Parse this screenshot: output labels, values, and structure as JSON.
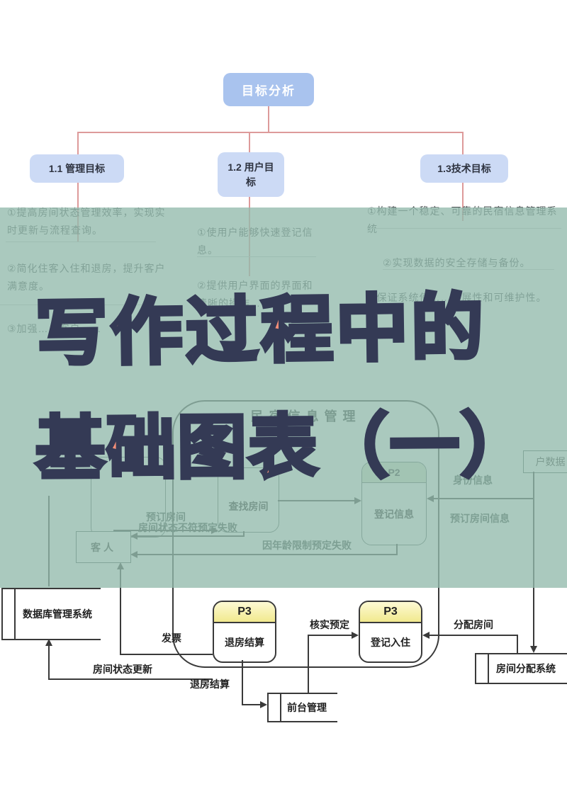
{
  "mindmap": {
    "root": "目标分析",
    "children": [
      {
        "label": "1.1 管理目标"
      },
      {
        "label": "1.2 用户目标"
      },
      {
        "label": "1.3技术目标"
      }
    ],
    "columns": {
      "management": [
        "①提高房间状态管理效率，实现实时更新与流程查询。",
        "②简化住客入住和退房，提升客户满意度。",
        "③加强……客户……"
      ],
      "user": [
        "①使用户能够快速登记信息。",
        "②提供用户界面的界面和清晰的操作……"
      ],
      "tech": [
        "①构建一个稳定、可靠的民宿信息管理系统",
        "②实现数据的安全存储与备份。",
        "③保证系统使……扩展性和可维护性。"
      ]
    }
  },
  "headline": {
    "line1": "写作过程中的",
    "line2": "基础图表（一）",
    "fill_color": "#f58f78",
    "outline_color": "#343a55"
  },
  "dfd": {
    "boundary_title": "民宿信息管理",
    "nodes": {
      "guest": "客人",
      "find_room": "查找房间",
      "p2_id": "P2",
      "p2_label": "登记信息",
      "user_data": "户数据",
      "p3a_id": "P3",
      "p3a_label": "退房结算",
      "p3b_id": "P3",
      "p3b_label": "登记入住",
      "db_store": "数据库管理系统",
      "room_store": "房间分配系统",
      "front_store": "前台管理"
    },
    "flows": {
      "book_room": "预订房间",
      "identity": "身份信息",
      "booking_info": "预订房间信息",
      "fail_status": "房间状态不符预定失败",
      "fail_age": "因年龄限制预定失败",
      "invoice": "发票",
      "status_update": "房间状态更新",
      "verify": "核实预定",
      "assign": "分配房间",
      "checkout": "退房结算"
    }
  },
  "colors": {
    "overlay_green": "#92baac",
    "node_blue": "#a9c3ee",
    "child_blue": "#ccdaf5",
    "connector_red": "#dd9a9a",
    "process_header_yellow": "#f1e98e",
    "p2_header_green": "#d9e6cc",
    "line_dark": "#3a3a3a"
  }
}
